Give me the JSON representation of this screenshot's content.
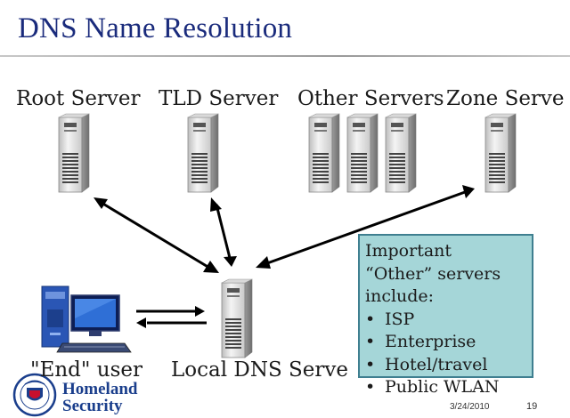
{
  "slide": {
    "title": "DNS Name Resolution",
    "date": "3/24/2010",
    "page_number": "19"
  },
  "nodes": {
    "root_server": "Root Server",
    "tld_server": "TLD Server",
    "other_servers": "Other Servers",
    "zone_server": "Zone Serve",
    "end_user": "\"End\" user",
    "local_dns_server": "Local DNS Serve"
  },
  "callout": {
    "lines": [
      "Important",
      "“Other” servers",
      "include:"
    ],
    "items": [
      "ISP",
      "Enterprise",
      "Hotel/travel",
      "Public WLAN"
    ],
    "background": "#a5d6d8",
    "border": "#3f7f90"
  },
  "logo": {
    "line1": "Homeland",
    "line2": "Security",
    "seal_icon": "dhs-seal-icon"
  },
  "colors": {
    "title": "#1a2b7c",
    "arrow": "#000000",
    "server_body": "#e6e6e6"
  }
}
